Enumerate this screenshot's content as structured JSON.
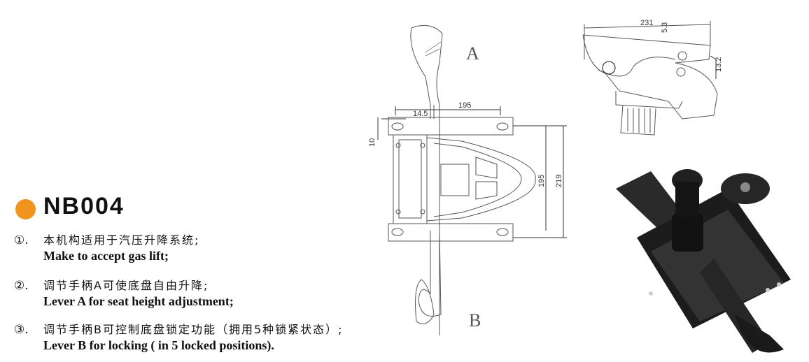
{
  "product": {
    "code": "NB004",
    "accent_color": "#f0941e"
  },
  "features": [
    {
      "num": "①.",
      "cn": "本机构适用于汽压升降系统;",
      "en": "Make to accept gas lift;"
    },
    {
      "num": "②.",
      "cn": "调节手柄A可使底盘自由升降;",
      "en": "Lever A for seat height adjustment;"
    },
    {
      "num": "③.",
      "cn": "调节手柄B可控制底盘锁定功能（拥用5种锁紧状态）;",
      "en": "Lever B for locking ( in 5 locked positions)."
    }
  ],
  "top_drawing": {
    "lever_a": "A",
    "lever_b": "B",
    "dim_width": "195",
    "dim_offset": "14.5",
    "dim_edge": "10",
    "dim_hole_spacing": "195",
    "dim_height": "219"
  },
  "side_drawing": {
    "dim_length": "231",
    "dim_gap": "5.3",
    "dim_height": "13.2"
  }
}
